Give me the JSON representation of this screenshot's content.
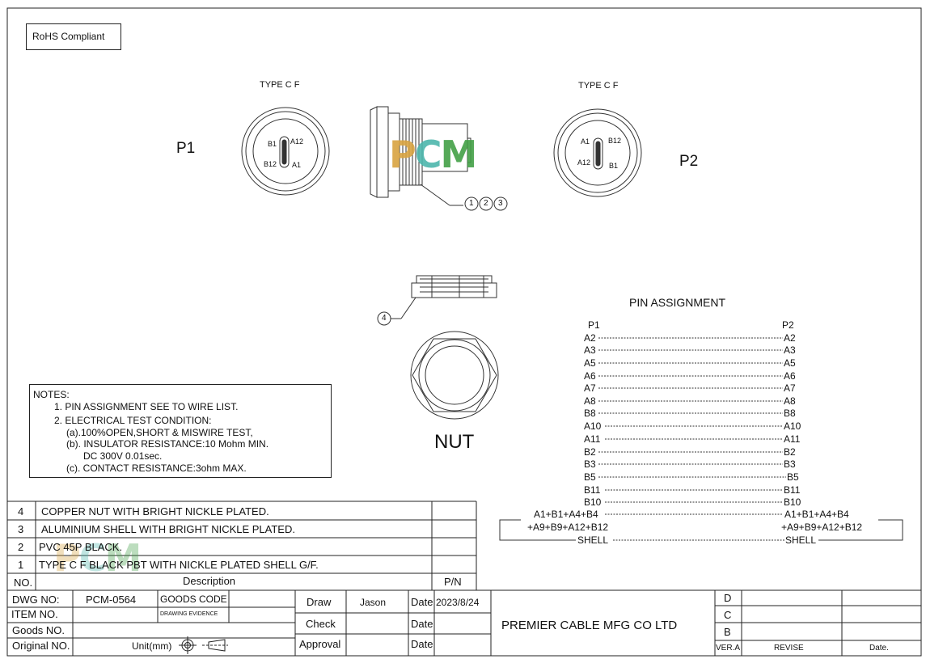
{
  "rohs": "RoHS Compliant",
  "p1": {
    "label": "P1",
    "type": "TYPE C F",
    "pins": [
      "B1",
      "A12",
      "B12",
      "A1"
    ]
  },
  "p2": {
    "label": "P2",
    "type": "TYPE C F",
    "pins": [
      "A1",
      "B12",
      "A12",
      "B1"
    ]
  },
  "callouts": [
    "1",
    "2",
    "3",
    "4"
  ],
  "nut_label": "NUT",
  "watermark": {
    "letters": [
      "P",
      "C",
      "M"
    ],
    "colors": [
      "#d9a441",
      "#4db6ac",
      "#43a047"
    ]
  },
  "pin_assignment": {
    "title": "PIN  ASSIGNMENT",
    "head_left": "P1",
    "head_right": "P2",
    "rows": [
      [
        "A2",
        "A2"
      ],
      [
        "A3",
        "A3"
      ],
      [
        "A5",
        "A5"
      ],
      [
        "A6",
        "A6"
      ],
      [
        "A7",
        "A7"
      ],
      [
        "A8",
        "A8"
      ],
      [
        "B8",
        "B8"
      ],
      [
        "A10",
        "A10"
      ],
      [
        "A11",
        "A11"
      ],
      [
        "B2",
        "B2"
      ],
      [
        "B3",
        "B3"
      ],
      [
        "B5",
        "B5"
      ],
      [
        "B11",
        "B11"
      ],
      [
        "B10",
        "B10"
      ]
    ],
    "group1_left": "A1+B1+A4+B4",
    "group1_right": "A1+B1+A4+B4",
    "group2_left": "+A9+B9+A12+B12",
    "group2_right": "+A9+B9+A12+B12",
    "shell": "SHELL"
  },
  "notes": {
    "title": "NOTES:",
    "lines": [
      "1. PIN ASSIGNMENT SEE TO WIRE LIST.",
      "2. ELECTRICAL TEST CONDITION:",
      "(a).100%OPEN,SHORT & MISWIRE TEST,",
      "(b). INSULATOR RESISTANCE:10 Mohm MIN.",
      "DC 300V 0.01sec.",
      "(c). CONTACT RESISTANCE:3ohm MAX."
    ]
  },
  "bom": {
    "rows": [
      {
        "no": "4",
        "desc": "COPPER  NUT WITH BRIGHT NICKLE PLATED."
      },
      {
        "no": "3",
        "desc": "ALUMINIUM  SHELL WITH BRIGHT NICKLE PLATED."
      },
      {
        "no": "2",
        "desc": "PVC 45P  BLACK."
      },
      {
        "no": "1",
        "desc": "TYPE C F BLACK PBT WITH NICKLE  PLATED SHELL G/F."
      }
    ],
    "head_no": "NO.",
    "head_desc": "Description",
    "head_pn": "P/N"
  },
  "title_block": {
    "dwg_no_label": "DWG NO:",
    "dwg_no": "PCM-0564",
    "goods_code_label": "GOODS CODE",
    "drawing_evidence": "DRAWING EVIDENCE",
    "item_no_label": "ITEM NO.",
    "goods_no_label": "Goods NO.",
    "original_no_label": "Original NO.",
    "unit_label": "Unit(mm)",
    "draw_label": "Draw",
    "draw_name": "Jason",
    "date_label": "Date",
    "date_value": "2023/8/24",
    "check_label": "Check",
    "approval_label": "Approval",
    "company": "PREMIER CABLE MFG CO LTD",
    "revisions": [
      "D",
      "C",
      "B"
    ],
    "ver_label": "VER.A",
    "revise_label": "REVISE",
    "rev_date_label": "Date."
  }
}
